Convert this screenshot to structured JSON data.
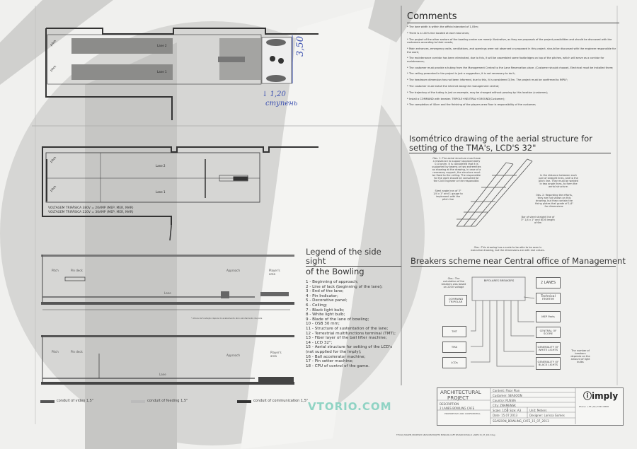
{
  "comments": {
    "title": "Comments",
    "items": [
      "* The lane width is within the official standard of 1,05m;",
      "* There is a LCD's line located at each two lanes;",
      "* The project of the other sectors of the bowling center are merely illustrative, as they are proposals of the project possibilities and should be discussed with the customers according to their needs;",
      "* Main entrances, emergency exits, ventilations, and openings were not observed or proposed in this project, should be discussed with the engineer responsible for the work;",
      "* The maintenance corridor has been eliminated, due to this, it will be assembled some footbridges on top of the pitches, which will serve as a corridor for maintenance;",
      "* The customer must provide a tubing from the Management Central to the Lane Reservation place. (Customer should choose). Electrical must be installed there;",
      "* The ceiling presented in the project is just a suggestion, it is not necessary to do it;",
      "* The headroom dimension has not been informed, due to this, it is considered 3,5m. The project must be confirmed to IMPLY;",
      "* The customer must install the internet along the management central;",
      "* The trajectory of the tubing is just an example, may be changed without passing by this location (customer);",
      "* Install a COMMAND with breaker. TRIPOLE+NEUTRAL+GROUND(Customer);",
      "* The completion of 40cm and the finishing of the players area floor is responsibility of the customer;"
    ]
  },
  "isometric": {
    "title": "Isométrico drawing of the aerial structure for setting of the TMA's, LCD'S 32\"",
    "notes": [
      "Obs. 1: The aerial structure must have a resistance to support approximately 0,4 ton/m. It is considered that it is supported by beams or two extremities as showing at the drawing, in case of a necessary support, the structure must be fixed to the ceiling. The responsible for the work should be consulted for the Civil Engineer or the responsible.",
      "In the distance between each pair of straight lines, and to the pitch line. They must be welded in two angle irons, to form the aerial structure.",
      "Steel angle iron of 3\" 1/4 x 1\" and 1 gauge to implement with the pitch line",
      "Obs. 2: Regarding the efforts, they are not shown on this drawing, but they contain the fixing plates that grade of 1/4\" for dimensions.",
      "Bar of steel straight line of 3\" 1/4 x 1\" and 8/16 length of 6m",
      "Obs.: This drawing has a scale to be able to be seen in executive drawing, but the dimensions are with real values."
    ]
  },
  "plan": {
    "labels": [
      "pitch",
      "pitch",
      "Lane 2",
      "Lane 1"
    ],
    "handwritten": {
      "dimension": "3,50",
      "step_height": "↓ 1,20",
      "step_label": "ступень"
    },
    "voltage": [
      "VOLTAGEM TRIFÁSICA 380V = 20AMP (MEP, MER, MAR)",
      "VOLTAGEM TRIFÁSICA 220V = 30AMP (MEP, MER, MAR)"
    ]
  },
  "side_view": {
    "zones": [
      "Pitch",
      "Pin deck",
      "Lane",
      "Approach",
      "Player's area"
    ],
    "note": "* Altura da fundação depois do acabamento até o alinhamento da pista"
  },
  "conduits": [
    "conduit of video 1,5\"",
    "conduit of feeding 1,5\"",
    "conduit of communication 1,5\""
  ],
  "legend": {
    "title_line1": "Legend of the side sight",
    "title_line2": "of the Bowling",
    "items": [
      "1 - Beginning of approach;",
      "2 - Line of lack (beginning of the lane);",
      "3 - End of the lane;",
      "4 - Pin Indicator;",
      "5 - Decorative panel;",
      "6 - Ceiling;",
      "7 - Black light bulb;",
      "8 - White light bulb;",
      "9 - Blade of the lane of bowling;",
      "10 - OSB 30 mm;",
      "11 - Structure of sustentation of the lane;",
      "12 - Terrestrial multifunctions terminal (TMT);",
      "13 - Fiber layer of the ball lifter machine;",
      "14 - LCD 32\";",
      "15 - Aerial structure for setting of the LCD's (not supplied for the Imply);",
      "16 - Ball accelerator machine;",
      "17 - Pin setter machine;",
      "18 - CPU of control of the game."
    ]
  },
  "breakers": {
    "title": "Breakers scheme near Central office of Management",
    "panel_label": "BIPOLARES BREAKERS",
    "note_left": "Obs.: The calculation of the breakers was based on 220V voltage",
    "command_label": "COMMAND TRIPOLAR",
    "left_boxes": [
      "TMT",
      "TMA",
      "LCDs"
    ],
    "right_boxes": [
      "2 LANES",
      "Technical reserve",
      "MEP Parts",
      "CENTRAL OF SCORE",
      "GENERALITY OF WHITE LIGHTS",
      "GENERALITY OF BLACK LIGHTS"
    ],
    "note_right": "The number of breakers depends on the amount of light bulbs"
  },
  "title_block": {
    "project_type_line1": "ARCHITECTURAL",
    "project_type_line2": "PROJECT",
    "description_label": "DESCRIPTION",
    "description": "2 LANES BOWLING CAFE",
    "confidential": "PROPRIETARY AND CONFIDENTIAL",
    "content": "Content: Floor Plan",
    "customer": "Customer: SEASOON",
    "country": "Country: RUSSIA",
    "city": "City: ZNAMENSK",
    "scale": "Scale: 1/50",
    "size": "Size: A3",
    "unit": "Unit: Meters",
    "date": "Date: 15.07.2013",
    "designer": "Designer: Larissa Gomes",
    "file": "SEASOON_BOWLING_CAFE_15_07_2013",
    "brand": "imply",
    "contact": "Phone: +55 (42) 3543-8888"
  },
  "watermark": "VTORIO.COM",
  "footer": "TITULO_IMAGEM_PROPOSTA SEASOON PROJETO BOWLING CAFE SEASON RUSSIA 2 LANES 15_07_2013.dwg"
}
